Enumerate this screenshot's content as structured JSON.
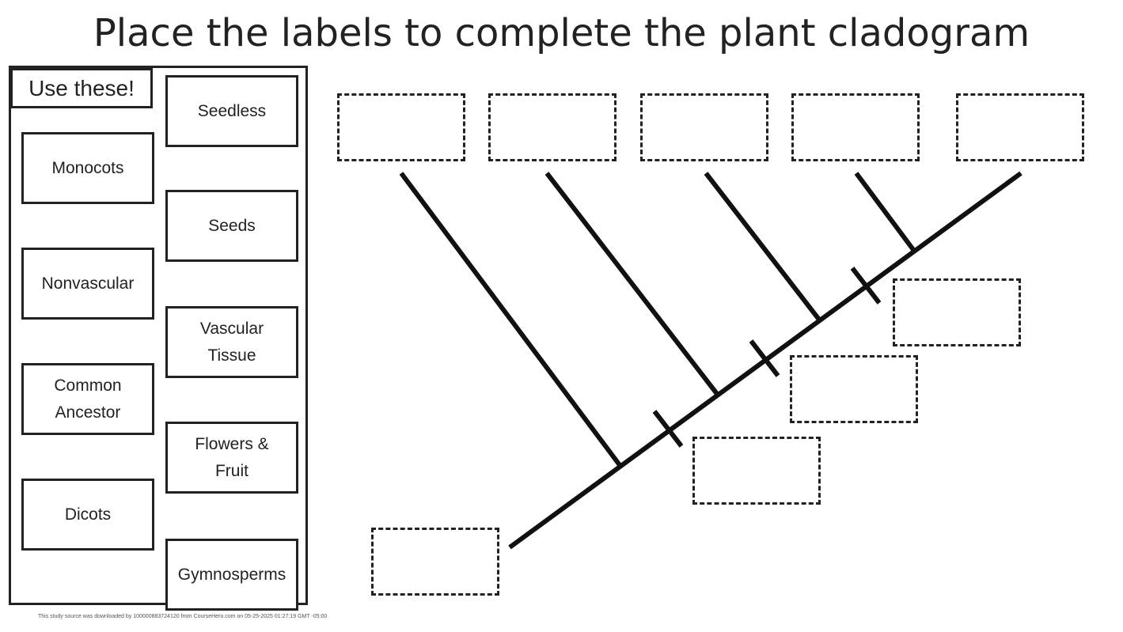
{
  "title": "Place the labels to complete the plant cladogram",
  "word_bank": {
    "header": "Use these!",
    "labels": [
      "Seedless",
      "Monocots",
      "Seeds",
      "Nonvascular",
      "Vascular\nTissue",
      "Common\nAncestor",
      "Flowers &\nFruit",
      "Dicots",
      "Gymnosperms"
    ]
  },
  "footer": "This study source was downloaded by 100000883724120 from CourseHero.com on 05-25-2025 01:27:19 GMT -05:00"
}
